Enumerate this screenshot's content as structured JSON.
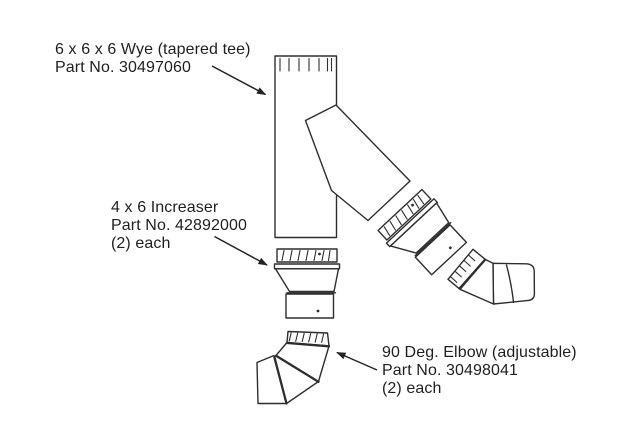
{
  "page": {
    "background": "#ffffff",
    "diagram_line_color": "#2e2e2e",
    "text_color": "#1f1f1f"
  },
  "callouts": {
    "wye": {
      "line1": "6 x 6 x 6 Wye (tapered tee)",
      "line2": "Part No. 30497060"
    },
    "increaser": {
      "line1": "4 x 6 Increaser",
      "line2": "Part No. 42892000",
      "line3": "(2) each"
    },
    "elbow": {
      "line1": "90 Deg. Elbow (adjustable)",
      "line2": "Part No. 30498041",
      "line3": "(2) each"
    }
  }
}
